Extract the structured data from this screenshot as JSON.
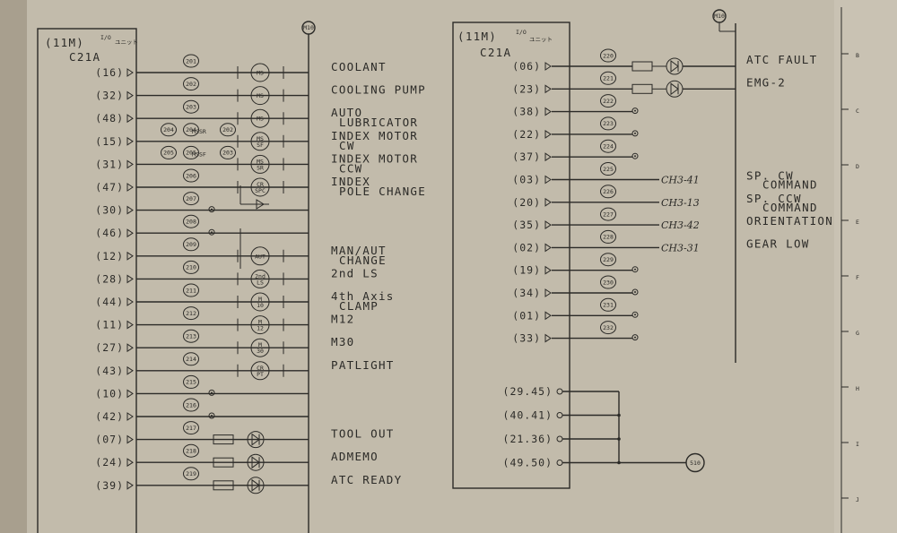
{
  "left_block": {
    "title": "(11M)",
    "io": "I/O",
    "suffix": "ユニット",
    "connector": "C21A",
    "rows": [
      {
        "pin": "(16)",
        "num": "201",
        "comp": "MS",
        "comp_sub": "",
        "label": "COOLANT",
        "label2": ""
      },
      {
        "pin": "(32)",
        "num": "202",
        "comp": "MS",
        "comp_sub": "",
        "label": "COOLING PUMP",
        "label2": ""
      },
      {
        "pin": "(48)",
        "num": "203",
        "comp": "MS",
        "comp_sub": "",
        "label": "AUTO",
        "label2": "LUBRICATOR"
      },
      {
        "pin": "(15)",
        "num": "204",
        "contact": "MSSR",
        "num2": "202",
        "comp": "MS",
        "comp_sub": "SF",
        "label": "INDEX MOTOR",
        "label2": "CW"
      },
      {
        "pin": "(31)",
        "num": "205",
        "contact": "MSSF",
        "num2": "203",
        "comp": "MS",
        "comp_sub": "SR",
        "label": "INDEX MOTOR",
        "label2": "CCW"
      },
      {
        "pin": "(47)",
        "num": "206",
        "comp": "CR",
        "comp_sub": "SPC",
        "label": "INDEX",
        "label2": "POLE CHANGE"
      },
      {
        "pin": "(30)",
        "num": "207",
        "comp": "",
        "comp_sub": "",
        "label": "",
        "label2": ""
      },
      {
        "pin": "(46)",
        "num": "208",
        "comp": "",
        "comp_sub": "",
        "label": "",
        "label2": ""
      },
      {
        "pin": "(12)",
        "num": "209",
        "comp": "AUT",
        "comp_sub": "",
        "label": "MAN/AUT",
        "label2": "CHANGE"
      },
      {
        "pin": "(28)",
        "num": "210",
        "comp": "2nd",
        "comp_sub": "LS",
        "label": "2nd LS",
        "label2": ""
      },
      {
        "pin": "(44)",
        "num": "211",
        "comp": "M",
        "comp_sub": "10",
        "label": "4th Axis",
        "label2": "CLAMP"
      },
      {
        "pin": "(11)",
        "num": "212",
        "comp": "M",
        "comp_sub": "12",
        "label": "M12",
        "label2": ""
      },
      {
        "pin": "(27)",
        "num": "213",
        "comp": "M",
        "comp_sub": "30",
        "label": "M30",
        "label2": ""
      },
      {
        "pin": "(43)",
        "num": "214",
        "comp": "CR",
        "comp_sub": "PT",
        "label": "PATLIGHT",
        "label2": ""
      },
      {
        "pin": "(10)",
        "num": "215",
        "comp": "",
        "comp_sub": "",
        "label": "",
        "label2": ""
      },
      {
        "pin": "(42)",
        "num": "216",
        "comp": "",
        "comp_sub": "",
        "label": "",
        "label2": ""
      },
      {
        "pin": "(07)",
        "num": "217",
        "comp": "",
        "comp_sub": "",
        "label": "TOOL OUT",
        "label2": ""
      },
      {
        "pin": "(24)",
        "num": "218",
        "comp": "",
        "comp_sub": "",
        "label": "ADMEMO",
        "label2": ""
      },
      {
        "pin": "(39)",
        "num": "219",
        "comp": "",
        "comp_sub": "",
        "label": "ATC READY",
        "label2": ""
      }
    ],
    "bus_tag": "M10"
  },
  "right_block": {
    "title": "(11M)",
    "io": "I/O",
    "suffix": "ユニット",
    "connector": "C21A",
    "rows": [
      {
        "pin": "(06)",
        "num": "220",
        "ref": "",
        "label": "ATC FAULT",
        "label2": ""
      },
      {
        "pin": "(23)",
        "num": "221",
        "ref": "",
        "label": "EMG-2",
        "label2": ""
      },
      {
        "pin": "(38)",
        "num": "222",
        "ref": "",
        "label": "",
        "label2": ""
      },
      {
        "pin": "(22)",
        "num": "223",
        "ref": "",
        "label": "",
        "label2": ""
      },
      {
        "pin": "(37)",
        "num": "224",
        "ref": "",
        "label": "",
        "label2": ""
      },
      {
        "pin": "(03)",
        "num": "225",
        "ref": "CH3-41",
        "label": "SP. CW",
        "label2": "COMMAND"
      },
      {
        "pin": "(20)",
        "num": "226",
        "ref": "CH3-13",
        "label": "SP. CCW",
        "label2": "COMMAND"
      },
      {
        "pin": "(35)",
        "num": "227",
        "ref": "CH3-42",
        "label": "ORIENTATION",
        "label2": ""
      },
      {
        "pin": "(02)",
        "num": "228",
        "ref": "CH3-31",
        "label": "GEAR LOW",
        "label2": ""
      },
      {
        "pin": "(19)",
        "num": "229",
        "ref": "",
        "label": "",
        "label2": ""
      },
      {
        "pin": "(34)",
        "num": "230",
        "ref": "",
        "label": "",
        "label2": ""
      },
      {
        "pin": "(01)",
        "num": "231",
        "ref": "",
        "label": "",
        "label2": ""
      },
      {
        "pin": "(33)",
        "num": "232",
        "ref": "",
        "label": "",
        "label2": ""
      }
    ],
    "commons": [
      {
        "pin": "(29.45)"
      },
      {
        "pin": "(40.41)"
      },
      {
        "pin": "(21.36)"
      },
      {
        "pin": "(49.50)"
      }
    ],
    "common_tag": "510",
    "bus_tag": "M10"
  },
  "margin_letters": [
    "B",
    "C",
    "D",
    "E",
    "F",
    "G",
    "H",
    "I",
    "J"
  ]
}
